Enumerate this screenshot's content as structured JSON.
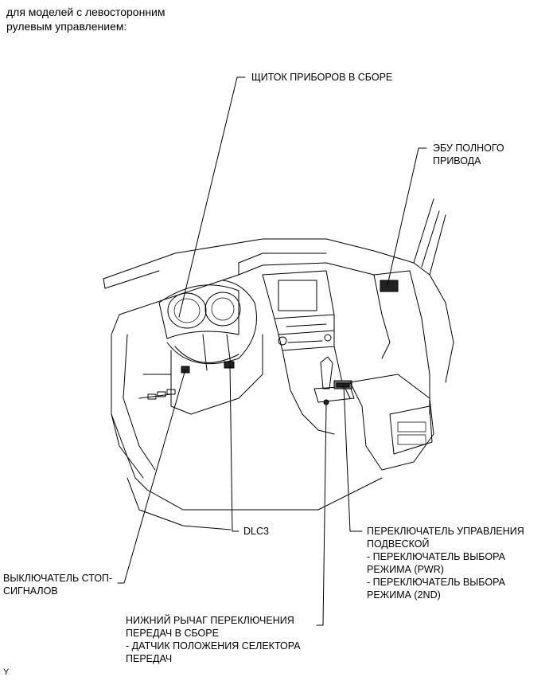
{
  "heading": [
    "для моделей с левосторонним",
    "рулевым управлением:"
  ],
  "callouts": {
    "combination_meter": [
      "ЩИТОК ПРИБОРОВ В СБОРЕ"
    ],
    "4wd_ecu": [
      "ЭБУ ПОЛНОГО",
      "ПРИВОДА"
    ],
    "dlc3": [
      "DLC3"
    ],
    "suspension_switch": [
      "ПЕРЕКЛЮЧАТЕЛЬ УПРАВЛЕНИЯ",
      "ПОДВЕСКОЙ",
      "- ПЕРЕКЛЮЧАТЕЛЬ ВЫБОРА",
      "РЕЖИМА (PWR)",
      "- ПЕРЕКЛЮЧАТЕЛЬ ВЫБОРА",
      "РЕЖИМА (2ND)"
    ],
    "stop_lamp_switch": [
      "ВЫКЛЮЧАТЕЛЬ СТОП-",
      "СИГНАЛОВ"
    ],
    "floor_shift": [
      "НИЖНИЙ РЫЧАГ ПЕРЕКЛЮЧЕНИЯ",
      "ПЕРЕДАЧ В СБОРЕ",
      "- ДАТЧИК ПОЛОЖЕНИЯ СЕЛЕКТОРА",
      "ПЕРЕДАЧ"
    ]
  },
  "figure_code": "Y"
}
